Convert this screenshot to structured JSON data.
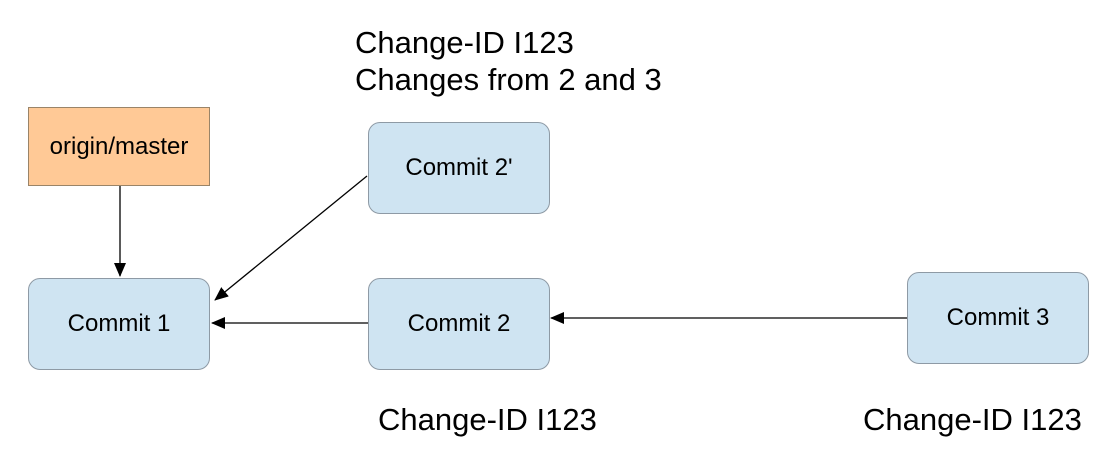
{
  "diagram": {
    "nodes": {
      "origin_master": "origin/master",
      "commit1": "Commit 1",
      "commit2": "Commit 2",
      "commit2_prime": "Commit 2'",
      "commit3": "Commit 3"
    },
    "annotations": {
      "rebased_change_id": "Change-ID I123",
      "rebased_note": "Changes from 2 and 3",
      "commit2_change_id": "Change-ID I123",
      "commit3_change_id": "Change-ID I123"
    },
    "edges": [
      {
        "from": "origin/master",
        "to": "Commit 1"
      },
      {
        "from": "Commit 2'",
        "to": "Commit 1"
      },
      {
        "from": "Commit 2",
        "to": "Commit 1"
      },
      {
        "from": "Commit 3",
        "to": "Commit 2"
      }
    ],
    "colors": {
      "commit_fill": "#cfe4f2",
      "commit_border": "#8e9aa5",
      "ref_fill": "#ffc996",
      "ref_border": "#9a8468",
      "edge": "#000000"
    }
  }
}
